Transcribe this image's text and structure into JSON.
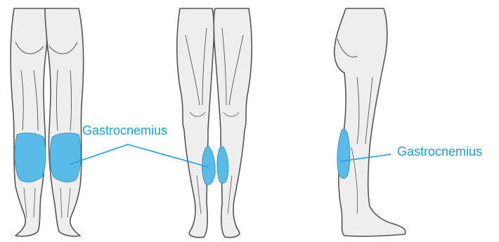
{
  "colors": {
    "accent": "#1a9fe3",
    "muscle_highlight": "#5bbbe8",
    "muscle_base": "#eeeeee",
    "outline": "#555555"
  },
  "figures": [
    {
      "view": "back",
      "highlight": "gastrocnemius"
    },
    {
      "view": "front",
      "highlight": "gastrocnemius"
    },
    {
      "view": "side",
      "highlight": "gastrocnemius"
    }
  ],
  "labels": {
    "back_front_callout": "Gastrocnemius",
    "side_callout": "Gastrocnemius"
  }
}
